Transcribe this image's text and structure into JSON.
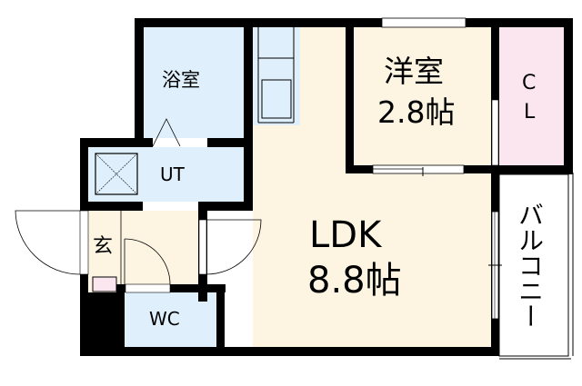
{
  "floorplan": {
    "colors": {
      "wall": "#000000",
      "wet_area": "#dff0fc",
      "living_area": "#fdf5e2",
      "closet": "#fbe6ef",
      "balcony": "#ffffff",
      "background": "#ffffff"
    },
    "rooms": {
      "bathroom": {
        "label": "浴室"
      },
      "utility": {
        "label": "UT"
      },
      "western_room": {
        "label": "洋室",
        "size": "2.8帖"
      },
      "closet": {
        "label_line1": "C",
        "label_line2": "L"
      },
      "ldk": {
        "label": "LDK",
        "size": "8.8帖"
      },
      "entrance": {
        "label": "玄"
      },
      "toilet": {
        "label": "WC"
      },
      "balcony": {
        "label": "バルコニー"
      }
    },
    "fixtures": {
      "kitchen_counter": "kitchen-counter",
      "washing_machine_space": "washer-space"
    }
  }
}
